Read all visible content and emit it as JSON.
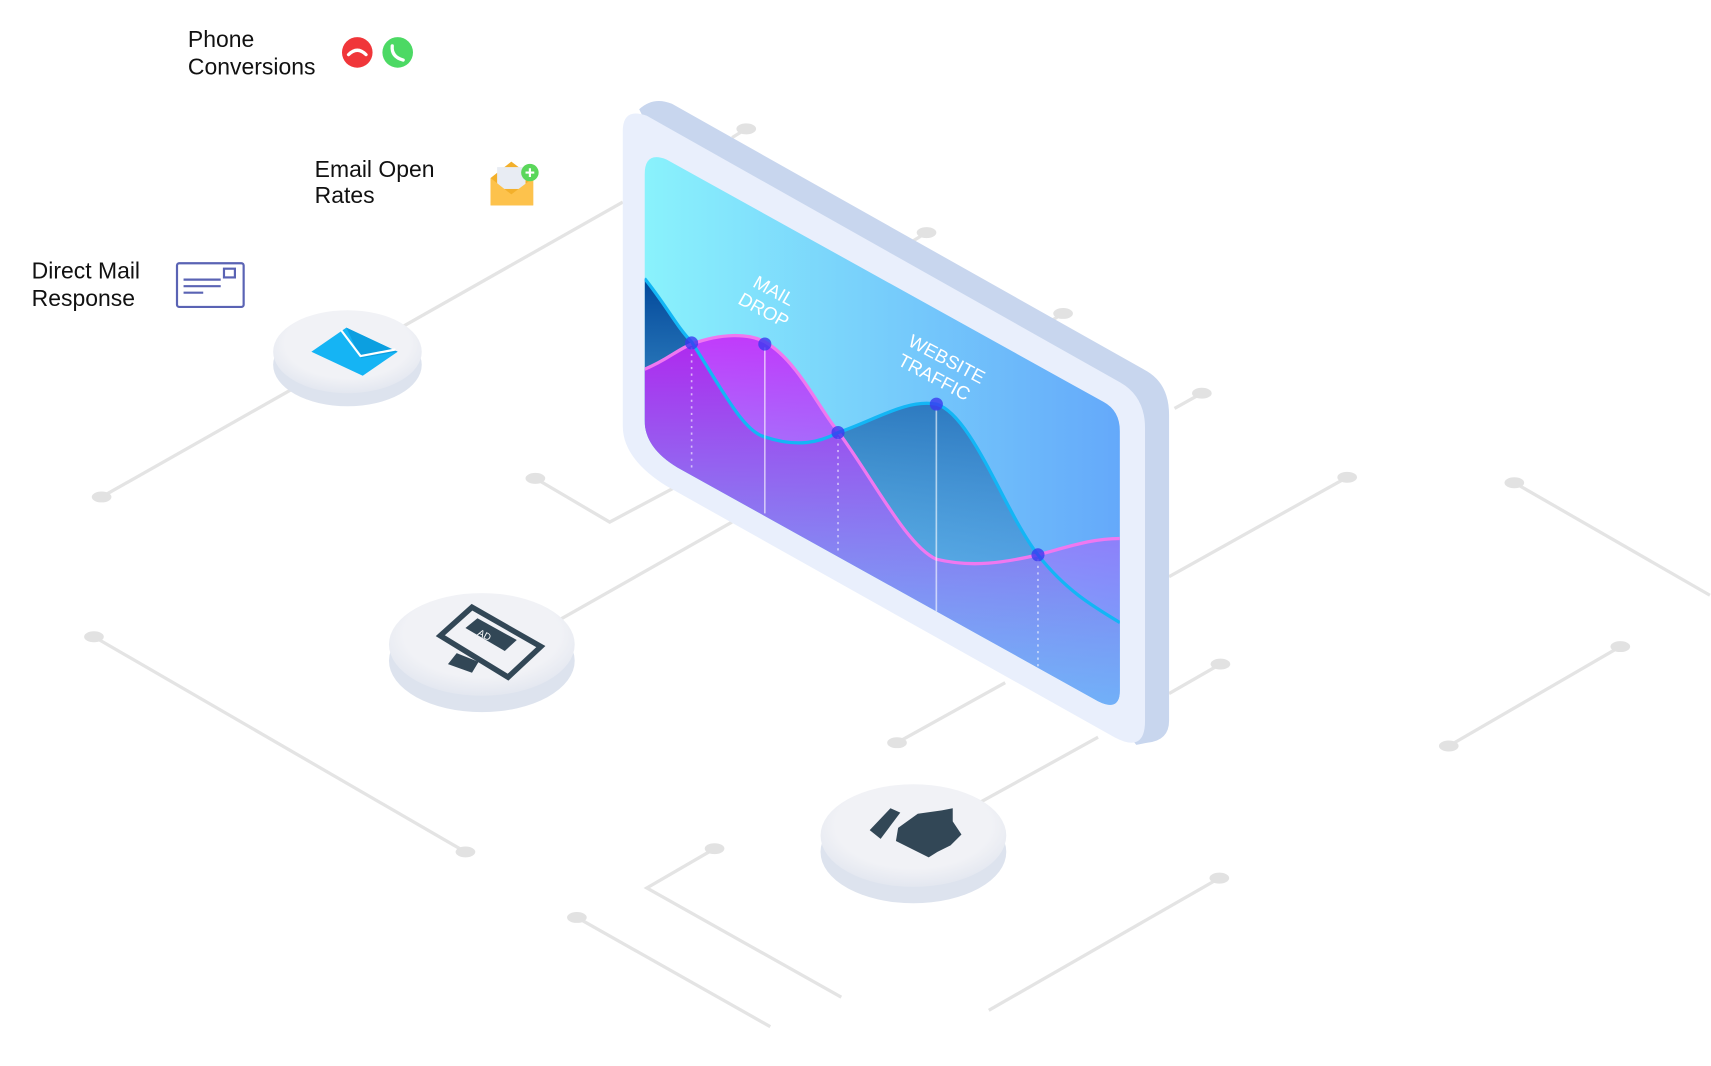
{
  "labels": {
    "phone": [
      "Phone",
      "Conversions"
    ],
    "email": [
      "Email Open",
      "Rates"
    ],
    "direct_mail": [
      "Direct Mail",
      "Response"
    ]
  },
  "screen": {
    "annotation_1": [
      "MAIL",
      "DROP"
    ],
    "annotation_2": [
      "WEBSITE",
      "TRAFFIC"
    ],
    "ad_text": "AD"
  },
  "colors": {
    "hangup": "#f0363a",
    "answer": "#4cd964",
    "screen_left": "#8af3fc",
    "screen_right": "#64a8fa",
    "line_blue": "#13b6f5",
    "line_pink": "#ef78f0",
    "icon_dark": "#324756"
  }
}
